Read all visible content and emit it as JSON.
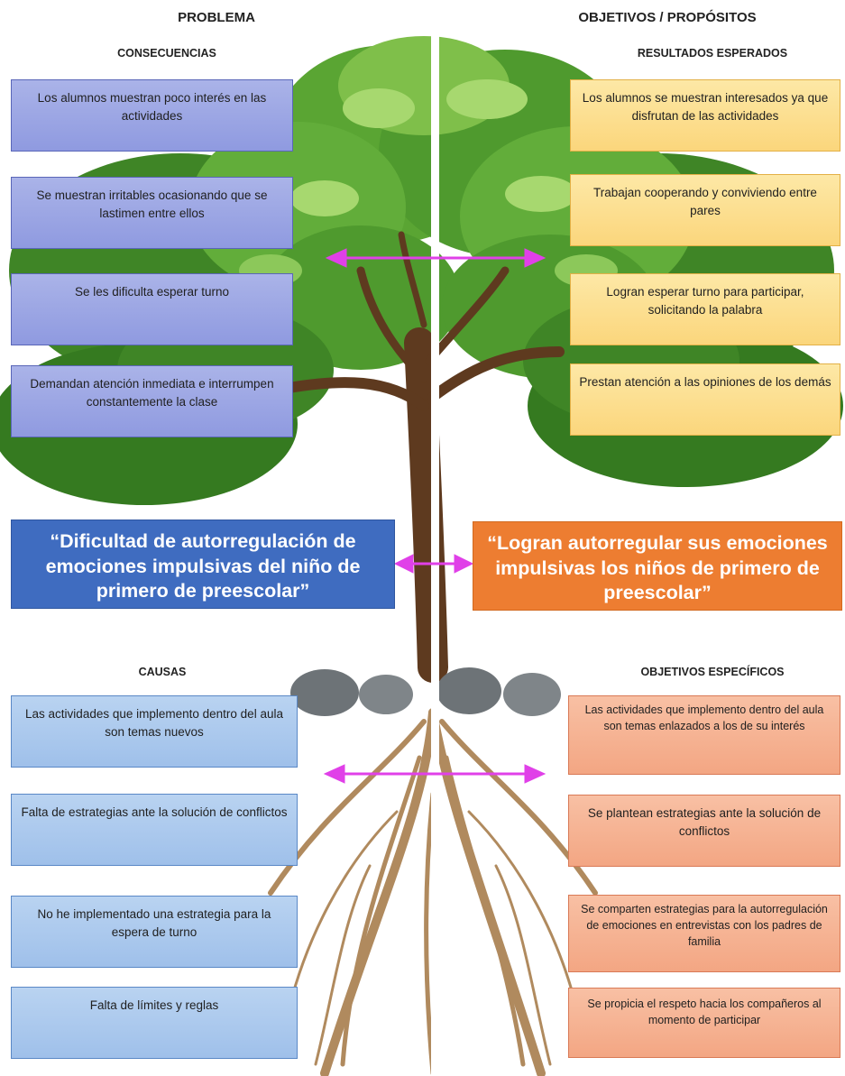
{
  "left": {
    "title": "PROBLEMA",
    "consecuencias": {
      "title": "CONSECUENCIAS",
      "items": [
        "Los alumnos muestran poco interés en las actividades",
        "Se muestran irritables ocasionando que se lastimen entre ellos",
        "Se les dificulta esperar turno",
        "Demandan atención inmediata e interrumpen constantemente la clase"
      ]
    },
    "main": "“Dificultad de autorregulación de emociones impulsivas del niño de primero de preescolar”",
    "causas": {
      "title": "CAUSAS",
      "items": [
        "Las actividades que implemento dentro del aula son temas nuevos",
        "Falta de estrategias ante la solución de conflictos",
        "No he implementado una estrategia para la espera de turno",
        "Falta de límites y reglas"
      ]
    }
  },
  "right": {
    "title": "OBJETIVOS / PROPÓSITOS",
    "resultados": {
      "title": "RESULTADOS ESPERADOS",
      "items": [
        "Los alumnos se muestran interesados ya que disfrutan de las actividades",
        "Trabajan cooperando y conviviendo entre pares",
        "Logran esperar turno para participar, solicitando la palabra",
        "Prestan atención a las opiniones de los demás"
      ]
    },
    "main": "“Logran autorregular sus emociones impulsivas los niños de primero de preescolar”",
    "objetivos": {
      "title": "OBJETIVOS ESPECÍFICOS",
      "items": [
        "Las actividades que implemento dentro del aula son temas enlazados a los de su interés",
        "Se plantean estrategias ante la solución de conflictos",
        "Se comparten estrategias para la autorregulación de emociones en entrevistas con los padres de familia",
        "Se propicia el respeto hacia los compañeros al momento de participar"
      ]
    }
  },
  "colors": {
    "arrow": "#e040e8",
    "problem_main": "#3f6cc0",
    "objective_main": "#ed7d31",
    "foliage": "#4f9a2e",
    "trunk": "#5e3a1f",
    "roots": "#b08a5e"
  }
}
